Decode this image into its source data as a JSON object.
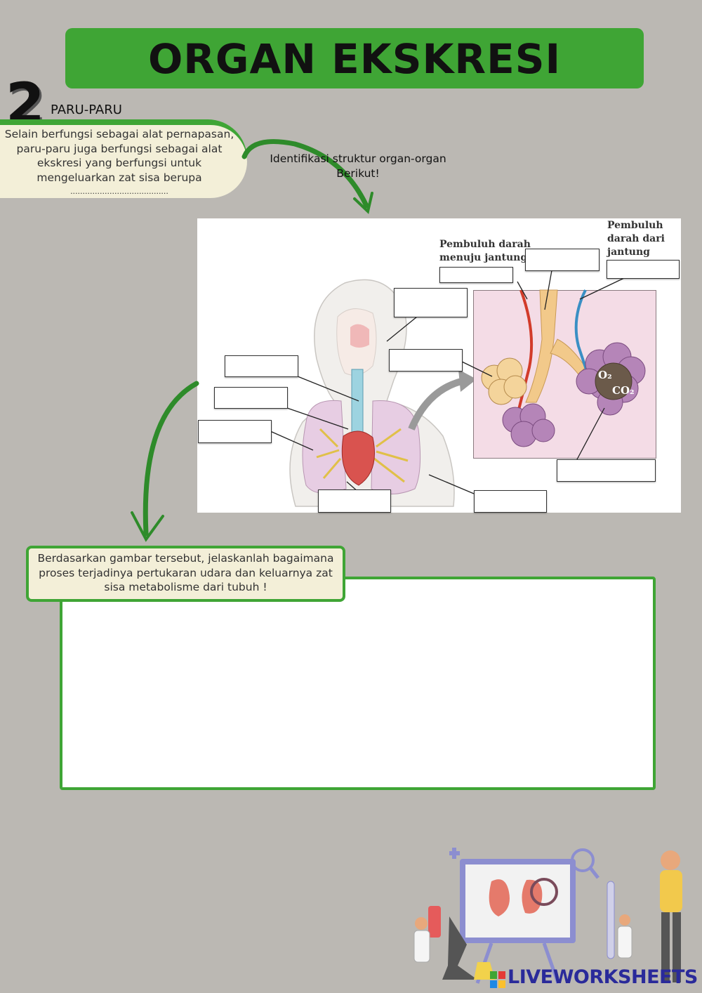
{
  "header": {
    "title": "ORGAN EKSKRESI"
  },
  "section": {
    "number": "2",
    "label": "PARU-PARU",
    "intro": "Selain berfungsi sebagai alat pernapasan, paru-paru juga berfungsi sebagai alat ekskresi yang berfungsi untuk mengeluarkan zat sisa berupa",
    "intro_blank": "........................................"
  },
  "instruction": "Identifikasi struktur organ-organ Berikut!",
  "diagram": {
    "captions": {
      "vessel_to_heart": "Pembuluh darah menuju jantung",
      "vessel_from_heart": "Pembuluh darah dari jantung",
      "o2": "O₂",
      "co2": "CO₂"
    },
    "label_boxes": 11
  },
  "question": "Berdasarkan gambar tersebut, jelaskanlah bagaimana proses terjadinya pertukaran udara dan keluarnya zat sisa metabolisme dari tubuh !",
  "answer_value": "",
  "watermark": "LIVEWORKSHEETS",
  "colors": {
    "background": "#bbb8b3",
    "accent_green": "#3fa535",
    "cream": "#f3efd8"
  }
}
